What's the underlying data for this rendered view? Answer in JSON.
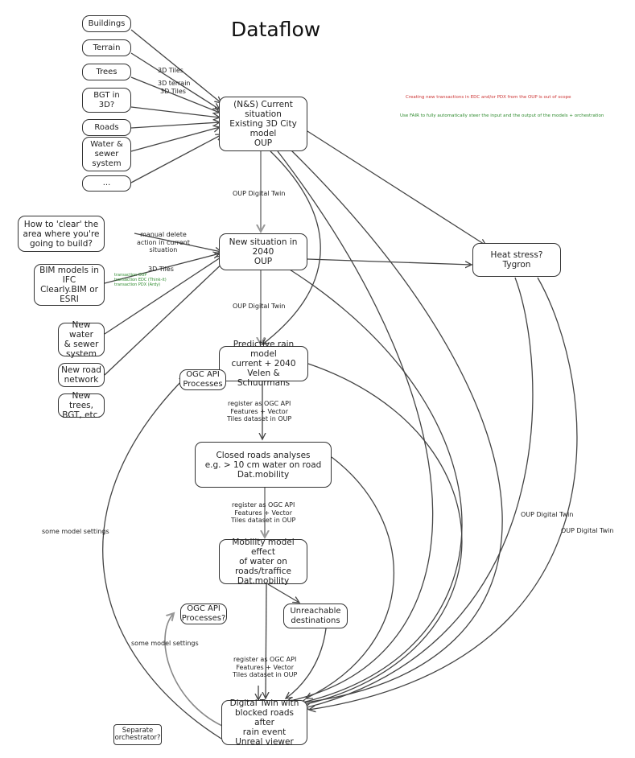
{
  "title": "Dataflow",
  "notes": {
    "red": "Creating new transactions in EDC and/or PDX from the OUP is out of scope",
    "green": "Use FAIR to fully automatically steer the input and the output of the models + orchestration",
    "red_color": "#cc3333",
    "green_color": "#2e8b2e"
  },
  "inputs": {
    "buildings": "Buildings",
    "terrain": "Terrain",
    "trees": "Trees",
    "bgt": "BGT in\n3D?",
    "roads": "Roads",
    "water": "Water &\nsewer\nsystem",
    "more": "..."
  },
  "current": "(N&S) Current\nsituation\nExisting 3D City\nmodel\nOUP",
  "new_situation": "New situation in\n2040\nOUP",
  "heat": "Heat stress?\nTygron",
  "clear": "How to 'clear' the\narea where you're\ngoing to build?",
  "bim": "BIM models in\nIFC\nClearly.BIM or\nESRI",
  "new_water": "New water\n& sewer\nsystem",
  "new_road": "New road\nnetwork",
  "new_trees": "New trees,\nBGT, etc.",
  "rain": "Predictive rain model\ncurrent + 2040\nVelen & Schuurmans",
  "ogc1": "OGC API\nProcesses",
  "closed": "Closed roads analyses\ne.g. > 10 cm water on road\nDat.mobility",
  "mobility": "Mobility model effect\nof water on\nroads/traffice\nDat.mobility",
  "unreachable": "Unreachable\ndestinations",
  "ogc2": "OGC API\nProcesses?",
  "twin": "Digital Twin with\nblocked roads after\nrain event\nUnreal viewer",
  "orchestrator": "Separate\norchestrator?",
  "labels": {
    "tiles3d_1": "3D Tiles",
    "terrain3d": "3D terrain",
    "tiles3d_2": "3D Tiles",
    "oup_dt_1": "OUP Digital Twin",
    "manual": "manual delete\naction in current\nsituation",
    "tiles3d_3": "3D Tiles",
    "oup_dt_2": "OUP Digital Twin",
    "register1": "register as OGC API\nFeatures + Vector\nTiles dataset in OUP",
    "register2": "register as OGC API\nFeatures + Vector\nTiles dataset in OUP",
    "register3": "register as OGC API\nFeatures + Vector\nTiles dataset in OUP",
    "model_settings_1": "some model settings",
    "model_settings_2": "some model settings",
    "oup_dt_3": "OUP Digital Twin",
    "oup_dt_4": "OUP Digital Twin",
    "tiny": "transaction OUP\ntransaction EDC (Think-it)\ntransaction PDX (Ardy)"
  }
}
